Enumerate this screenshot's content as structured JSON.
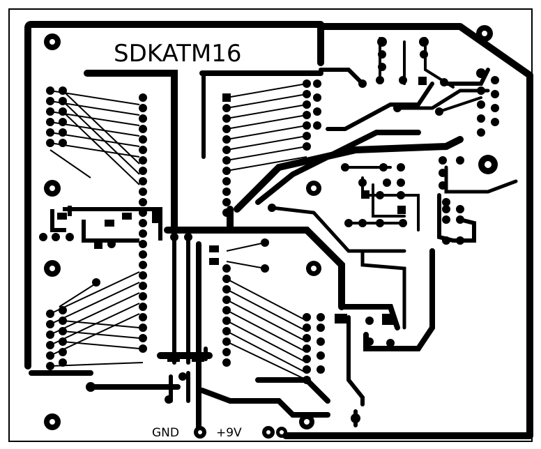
{
  "board": {
    "title": "SDKATM16",
    "gnd_label": "GND",
    "v9_label": "+9V"
  },
  "colors": {
    "copper": "#000000",
    "background": "#ffffff"
  }
}
